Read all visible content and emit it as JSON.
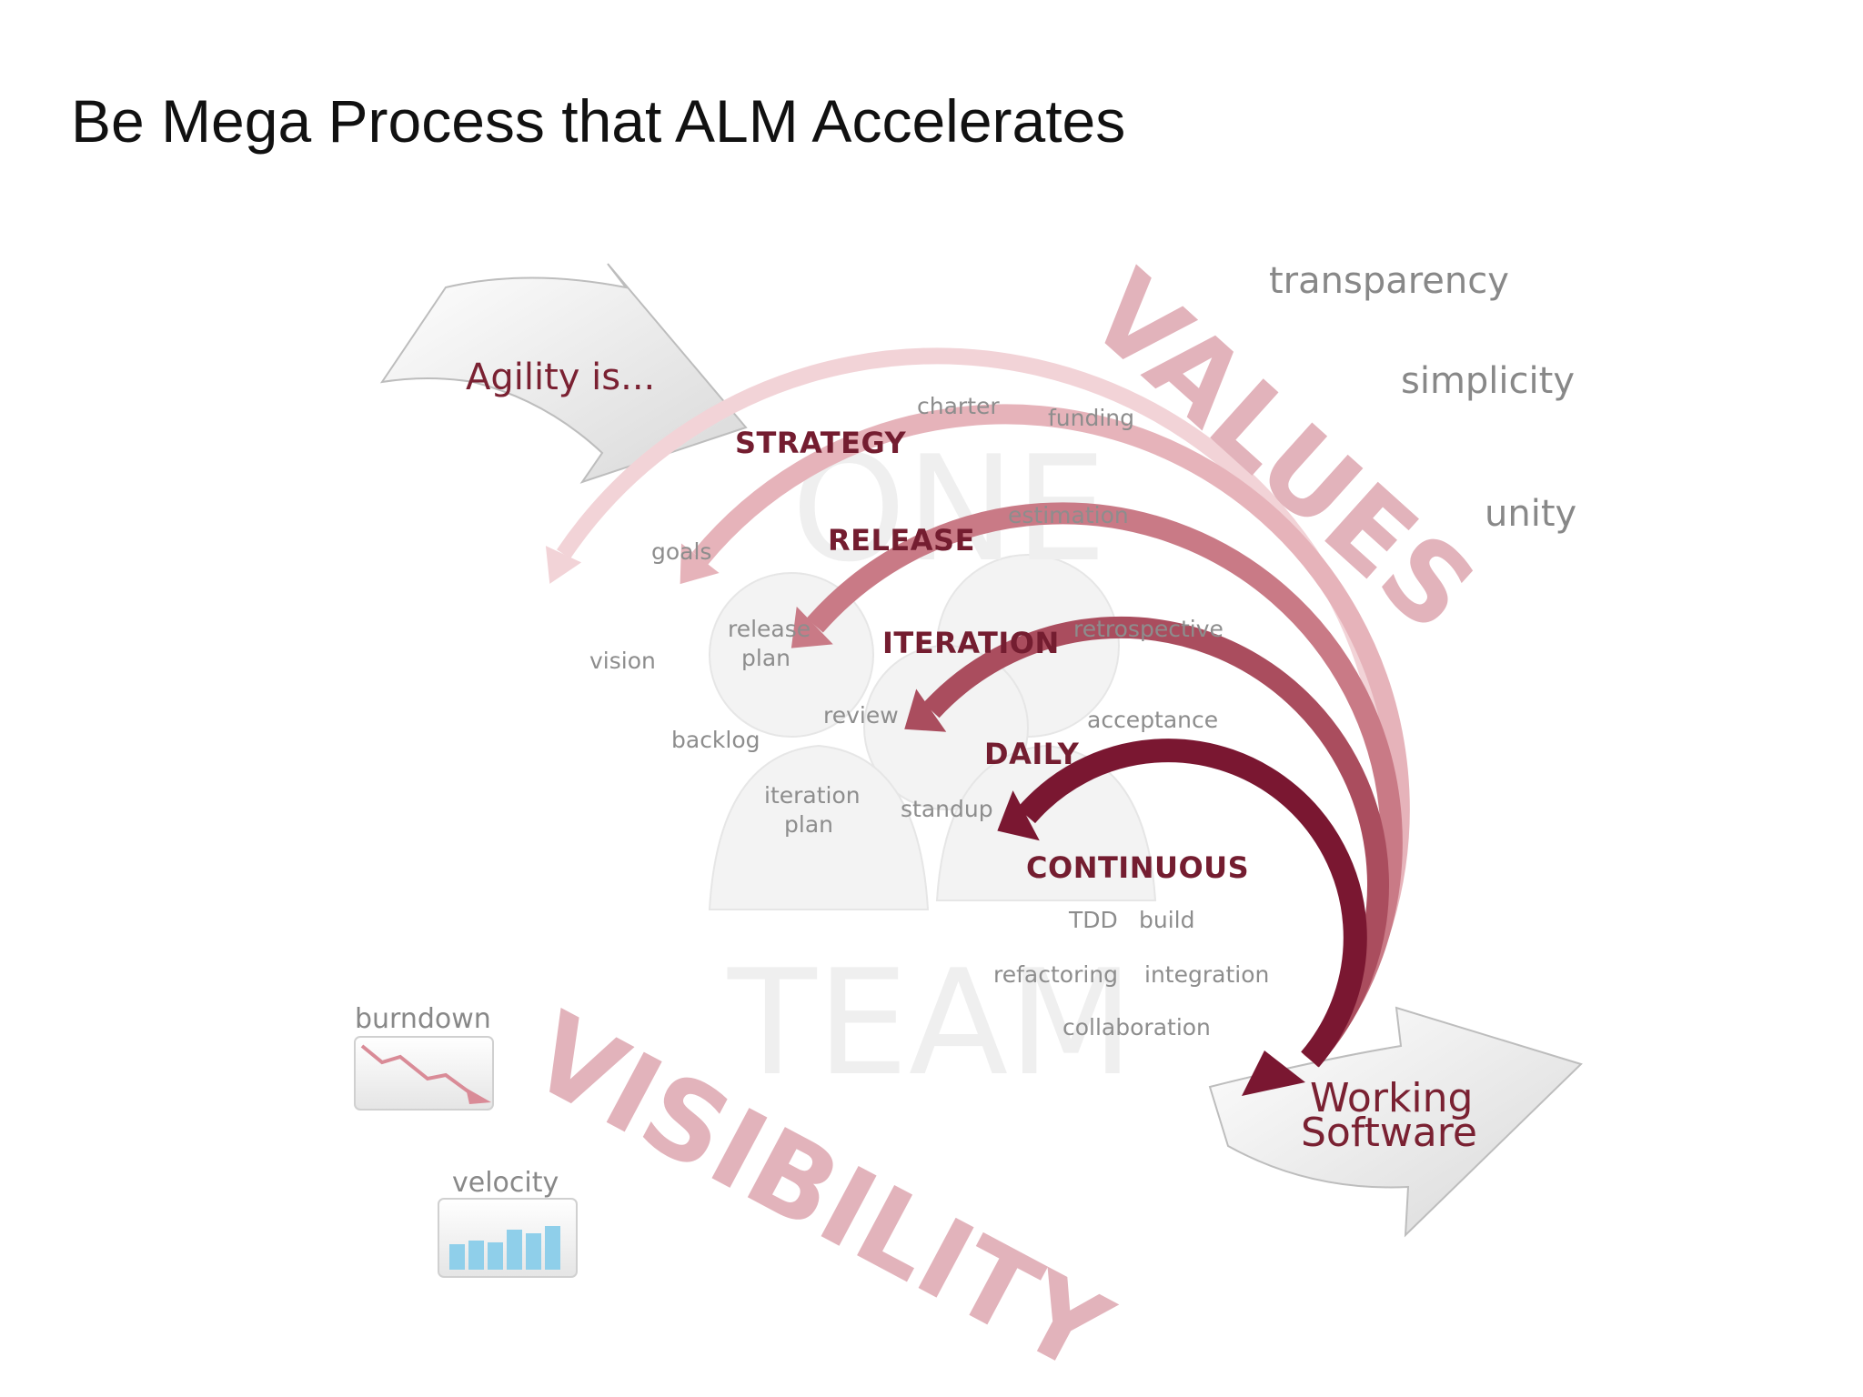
{
  "title": "Be Mega Process that ALM Accelerates",
  "agility": "Agility is...",
  "output": [
    "Working",
    "Software"
  ],
  "watermark": [
    "ONE",
    "TEAM"
  ],
  "banners": {
    "values": "VALUES",
    "visibility": "VISIBILITY"
  },
  "levels": [
    "STRATEGY",
    "RELEASE",
    "ITERATION",
    "DAILY",
    "CONTINUOUS"
  ],
  "activities": {
    "charter": "charter",
    "funding": "funding",
    "estimation": "estimation",
    "goals": "goals",
    "vision": "vision",
    "release_plan": [
      "release",
      "plan"
    ],
    "retrospective": "retrospective",
    "review": "review",
    "backlog": "backlog",
    "acceptance": "acceptance",
    "iteration_plan": [
      "iteration",
      "plan"
    ],
    "standup": "standup",
    "tdd": "TDD",
    "build": "build",
    "refactoring": "refactoring",
    "integration": "integration",
    "collaboration": "collaboration"
  },
  "values": [
    "transparency",
    "simplicity",
    "unity"
  ],
  "metrics": {
    "burndown": "burndown",
    "velocity": "velocity"
  },
  "colors": {
    "ring1": "#f2d3d7",
    "ring2": "#e6b3ba",
    "ring3": "#c97a86",
    "ring4": "#aa4d5e",
    "ring5": "#7a1731",
    "label": "#741d30",
    "velocity_bar": "#8fcfea"
  }
}
